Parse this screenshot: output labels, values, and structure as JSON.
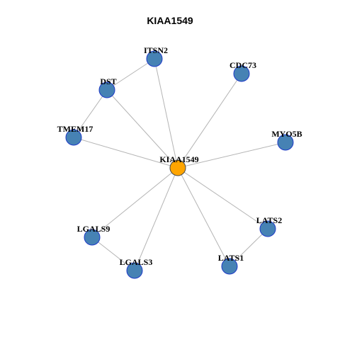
{
  "title": "KIAA1549",
  "colors": {
    "hub_fill": "#FFA500",
    "node_fill": "#4682B4",
    "node_stroke": "#1E3AC8",
    "hub_stroke": "#4A4A4A",
    "edge": "#B4B4B4"
  },
  "network": {
    "hub": "KIAA1549",
    "nodes": [
      {
        "id": "KIAA1549",
        "label": "KIAA1549",
        "role": "hub"
      },
      {
        "id": "ITSN2",
        "label": "ITSN2",
        "role": "partner"
      },
      {
        "id": "CDC73",
        "label": "CDC73",
        "role": "partner"
      },
      {
        "id": "DST",
        "label": "DST",
        "role": "partner"
      },
      {
        "id": "TMEM17",
        "label": "TMEM17",
        "role": "partner"
      },
      {
        "id": "MYO5B",
        "label": "MYO5B",
        "role": "partner"
      },
      {
        "id": "LGALS9",
        "label": "LGALS9",
        "role": "partner"
      },
      {
        "id": "LATS2",
        "label": "LATS2",
        "role": "partner"
      },
      {
        "id": "LGALS3",
        "label": "LGALS3",
        "role": "partner"
      },
      {
        "id": "LATS1",
        "label": "LATS1",
        "role": "partner"
      }
    ],
    "edges": [
      [
        "KIAA1549",
        "ITSN2"
      ],
      [
        "KIAA1549",
        "CDC73"
      ],
      [
        "KIAA1549",
        "DST"
      ],
      [
        "KIAA1549",
        "TMEM17"
      ],
      [
        "KIAA1549",
        "MYO5B"
      ],
      [
        "KIAA1549",
        "LGALS9"
      ],
      [
        "KIAA1549",
        "LATS2"
      ],
      [
        "KIAA1549",
        "LGALS3"
      ],
      [
        "KIAA1549",
        "LATS1"
      ],
      [
        "DST",
        "ITSN2"
      ],
      [
        "DST",
        "TMEM17"
      ],
      [
        "LGALS9",
        "LGALS3"
      ],
      [
        "LATS2",
        "LATS1"
      ]
    ]
  }
}
